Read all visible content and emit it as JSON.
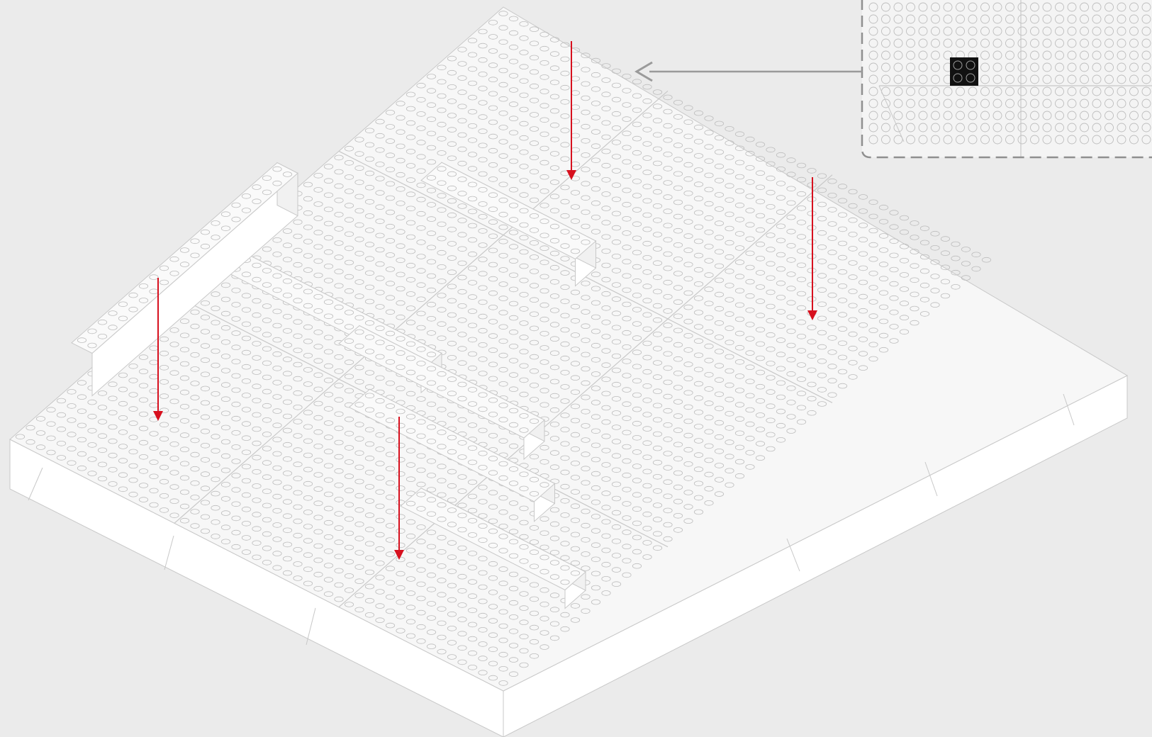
{
  "colors": {
    "background": "#ebebeb",
    "plate_fill": "#f7f7f7",
    "plate_side": "#ffffff",
    "plate_line": "#c8c8c8",
    "stud_line": "#bdbdbd",
    "brick": "#111111",
    "brick_stud_line": "#bfbfbf",
    "arrow_red": "#d7101e",
    "arrow_gray": "#9a9a9a",
    "callout_border": "#8f8f8f"
  },
  "icons": {
    "black_brick": "lego-brick-2x2-icon",
    "placement_arrow": "arrow-down-icon",
    "callout_pointer": "arrow-left-icon"
  },
  "diagram": {
    "brick_type": "2x2",
    "brick_count": 4,
    "callout_brick_count": 1
  }
}
